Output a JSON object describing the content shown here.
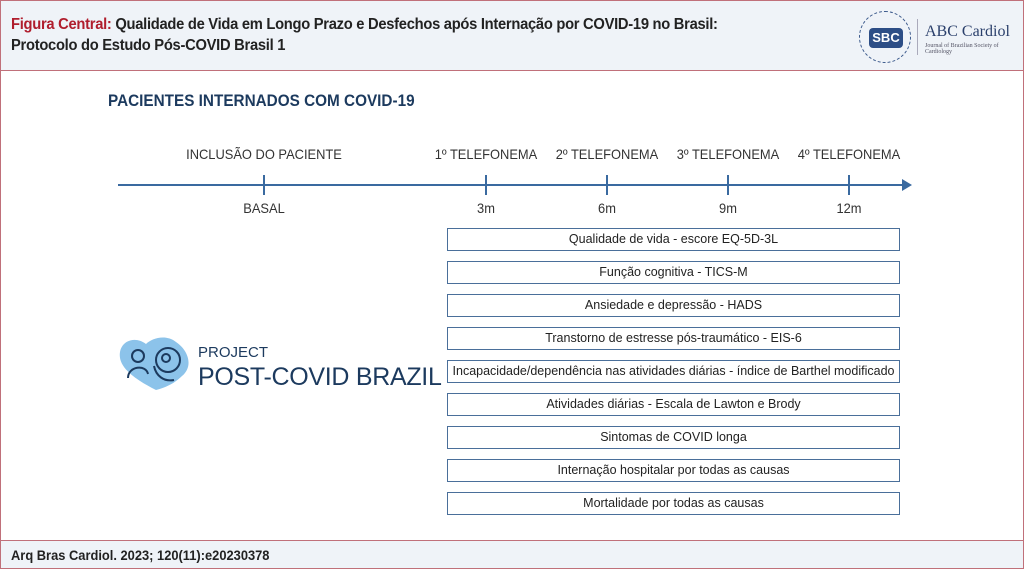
{
  "header": {
    "label": "Figura Central:",
    "title_line1": "Qualidade de Vida em Longo Prazo e Desfechos após Internação por COVID-19 no Brasil:",
    "title_line2": "Protocolo do Estudo Pós-COVID Brasil 1",
    "logo_sbc": "SBC",
    "logo_abc": "ABC Cardiol",
    "logo_abc_sub": "Journal of Brazilian Society of Cardiology"
  },
  "main": {
    "heading": "PACIENTES INTERNADOS COM COVID-19",
    "timeline": [
      {
        "top": "INCLUSÃO DO PACIENTE",
        "bottom": "BASAL"
      },
      {
        "top": "1º TELEFONEMA",
        "bottom": "3m"
      },
      {
        "top": "2º TELEFONEMA",
        "bottom": "6m"
      },
      {
        "top": "3º TELEFONEMA",
        "bottom": "9m"
      },
      {
        "top": "4º TELEFONEMA",
        "bottom": "12m"
      }
    ],
    "outcomes": [
      "Qualidade de vida - escore EQ-5D-3L",
      "Função cognitiva - TICS-M",
      "Ansiedade e depressão - HADS",
      "Transtorno de estresse pós-traumático - EIS-6",
      "Incapacidade/dependência nas atividades diárias - índice de Barthel modificado",
      "Atividades diárias - Escala de Lawton e Brody",
      "Sintomas de COVID longa",
      "Internação hospitalar por todas as causas",
      "Mortalidade por todas as causas"
    ],
    "project": {
      "line1": "PROJECT",
      "line2": "POST-COVID BRAZIL"
    }
  },
  "footer": {
    "citation": "Arq Bras Cardiol. 2023; 120(11):e20230378"
  }
}
